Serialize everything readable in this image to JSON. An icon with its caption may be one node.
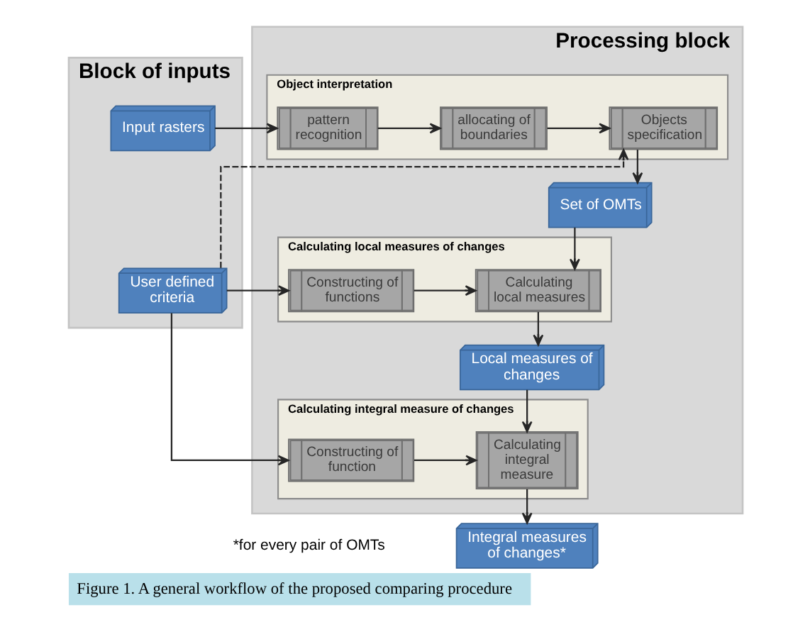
{
  "diagram": {
    "caption": "Figure 1. A general workflow of the proposed comparing procedure",
    "nodes": [
      {
        "text": [
          "Block of inputs"
        ]
      },
      {
        "text": [
          "Input rasters"
        ],
        "in": 0
      },
      {
        "text": [
          "User defined criteria"
        ],
        "in": 0
      },
      {
        "text": [
          "Processing block"
        ]
      },
      {
        "text": [
          "Object interpretation"
        ],
        "in": 3
      },
      {
        "text": [
          "pattern recognition"
        ],
        "in": 4
      },
      {
        "text": [
          "allocating of boundaries"
        ],
        "in": 4
      },
      {
        "text": [
          "Objects specification"
        ],
        "in": 4
      },
      {
        "text": [
          "Set of OMTs"
        ],
        "in": 3
      },
      {
        "text": [
          "Calculating local measures of changes"
        ],
        "in": 3
      },
      {
        "text": [
          "Constructing of functions"
        ],
        "in": 9
      },
      {
        "text": [
          "Calculating local measures"
        ],
        "in": 9
      },
      {
        "text": [
          "Local measures of changes"
        ],
        "in": 3
      },
      {
        "text": [
          "Calculating integral measure of changes"
        ],
        "in": 3
      },
      {
        "text": [
          "Constructing of function"
        ],
        "in": 13
      },
      {
        "text": [
          "Calculating integral measure"
        ],
        "in": 13
      },
      {
        "text": [
          "Integral measures of changes*"
        ]
      }
    ],
    "edges": [
      {
        "from": 1,
        "to": 5,
        "arrow": "to"
      },
      {
        "from": 5,
        "to": 6,
        "arrow": "to"
      },
      {
        "from": 6,
        "to": 7,
        "arrow": "to"
      },
      {
        "from": 2,
        "to": 7,
        "arrow": "to",
        "style": "dashed"
      },
      {
        "from": 7,
        "to": 8,
        "arrow": "to"
      },
      {
        "from": 8,
        "to": 11,
        "arrow": "to"
      },
      {
        "from": 2,
        "to": 10,
        "arrow": "to"
      },
      {
        "from": 10,
        "to": 11,
        "arrow": "to"
      },
      {
        "from": 11,
        "to": 12,
        "arrow": "to"
      },
      {
        "from": 12,
        "to": 15,
        "arrow": "to"
      },
      {
        "from": 2,
        "to": 14,
        "arrow": "to"
      },
      {
        "from": 14,
        "to": 15,
        "arrow": "to"
      },
      {
        "from": 15,
        "to": 16,
        "arrow": "to"
      }
    ],
    "labels": [
      "*for every pair of OMTs"
    ]
  }
}
